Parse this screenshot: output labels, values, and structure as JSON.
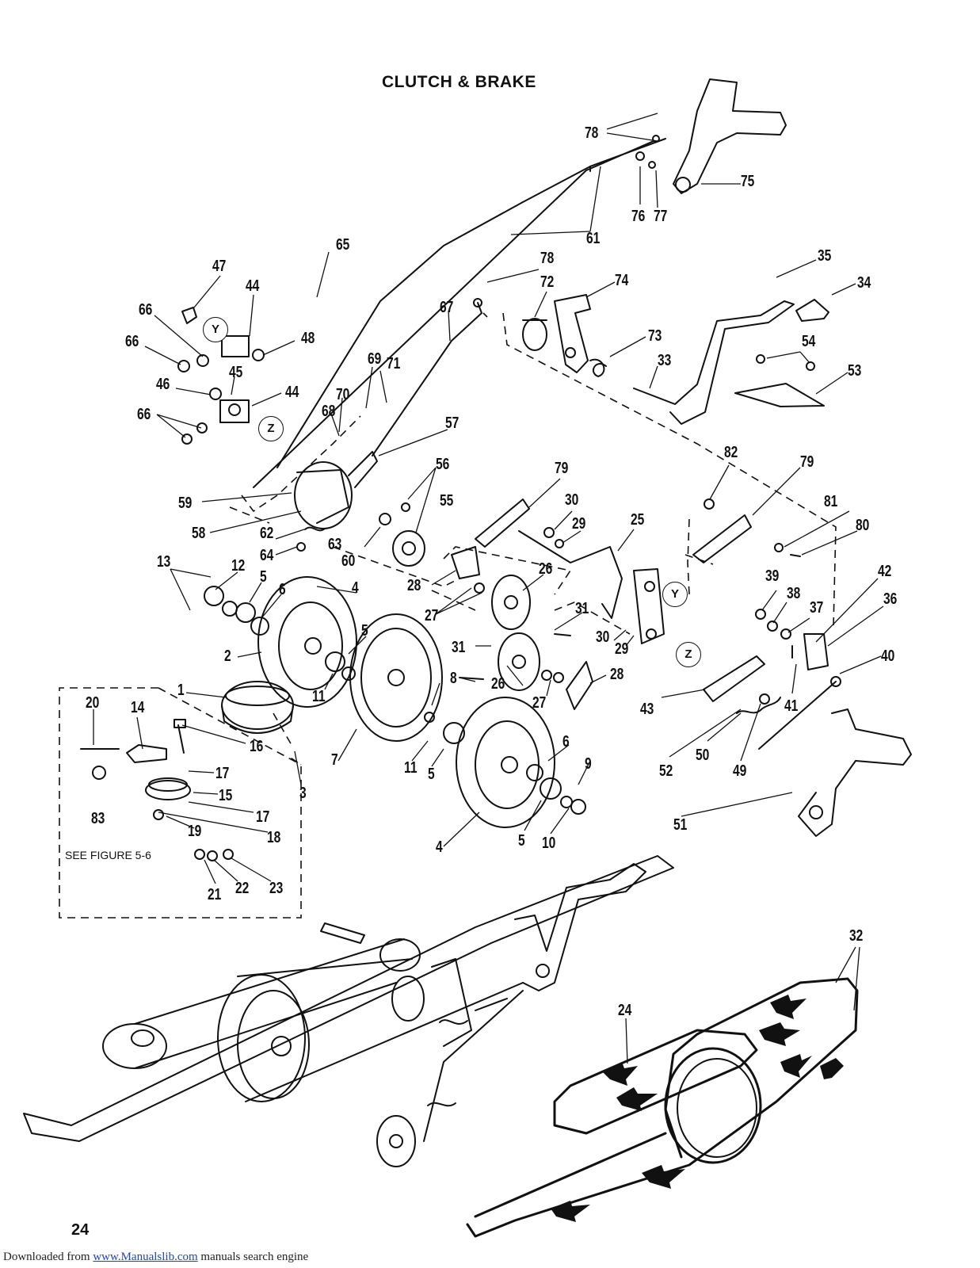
{
  "title": "CLUTCH & BRAKE",
  "see_note": "SEE FIGURE 5-6",
  "page_number": "24",
  "footer": {
    "prefix": "Downloaded from ",
    "link": "www.Manualslib.com",
    "suffix": " manuals search engine"
  },
  "view_markers": [
    "Y",
    "Z",
    "Y",
    "Z"
  ],
  "callouts": [
    "78",
    "75",
    "76",
    "77",
    "61",
    "65",
    "47",
    "44",
    "66",
    "48",
    "66",
    "45",
    "46",
    "44",
    "66",
    "78",
    "72",
    "74",
    "67",
    "73",
    "33",
    "35",
    "34",
    "54",
    "53",
    "69",
    "71",
    "70",
    "68",
    "57",
    "56",
    "55",
    "82",
    "79",
    "79",
    "30",
    "29",
    "25",
    "81",
    "80",
    "59",
    "58",
    "62",
    "63",
    "64",
    "60",
    "13",
    "12",
    "5",
    "4",
    "6",
    "28",
    "26",
    "27",
    "31",
    "31",
    "30",
    "29",
    "39",
    "38",
    "37",
    "42",
    "36",
    "2",
    "11",
    "5",
    "8",
    "26",
    "27",
    "28",
    "40",
    "1",
    "20",
    "14",
    "16",
    "3",
    "43",
    "52",
    "50",
    "49",
    "41",
    "17",
    "15",
    "17",
    "18",
    "19",
    "83",
    "7",
    "11",
    "5",
    "4",
    "6",
    "9",
    "5",
    "10",
    "51",
    "21",
    "22",
    "23",
    "32",
    "24"
  ]
}
